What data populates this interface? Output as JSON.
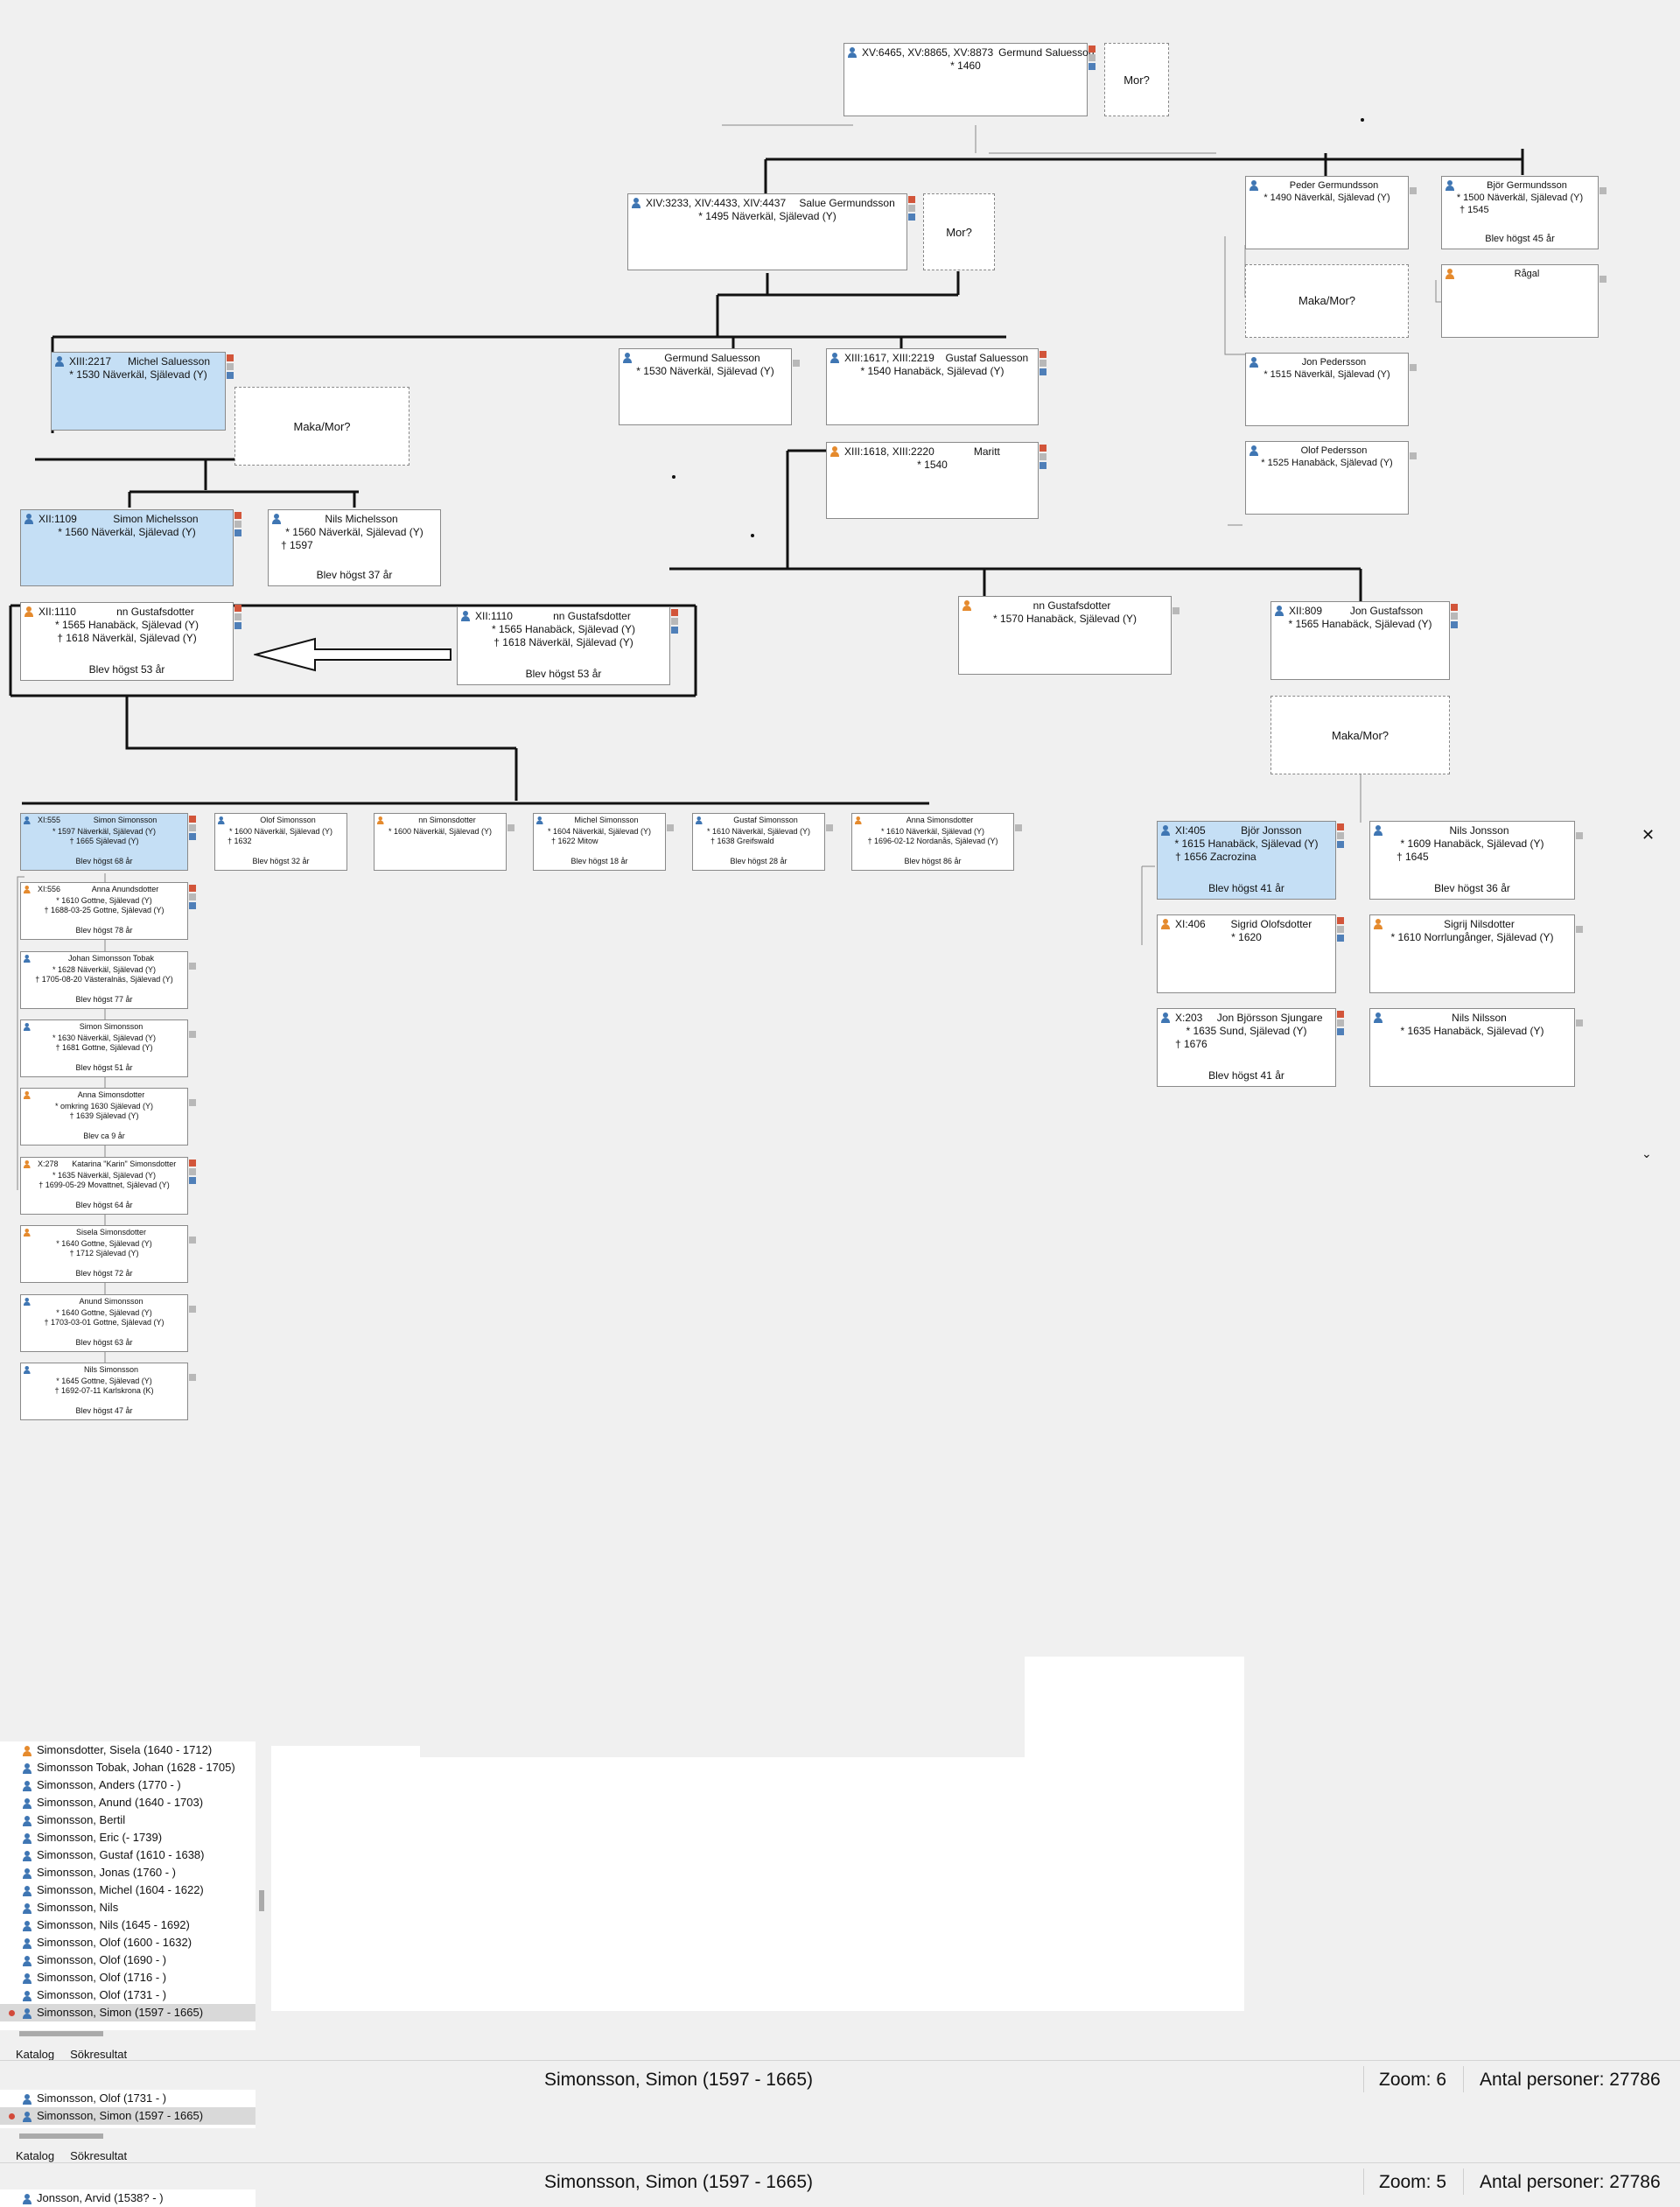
{
  "cards": {
    "germund1460": {
      "id": "XV:6465, XV:8865, XV:8873",
      "name": "Germund Saluesson",
      "line1": "* 1460"
    },
    "salue": {
      "id": "XIV:3233, XIV:4433, XIV:4437",
      "name": "Salue Germundsson",
      "line1": "* 1495 Näverkäl, Själevad (Y)"
    },
    "peder": {
      "name": "Peder Germundsson",
      "line1": "* 1490 Näverkäl, Själevad (Y)"
    },
    "bjor_g": {
      "name": "Björ Germundsson",
      "line1": "* 1500 Näverkäl, Själevad (Y)",
      "line2": "† 1545",
      "life": "Blev högst 45 år"
    },
    "ragal": {
      "name": "Rågal"
    },
    "jon_p": {
      "name": "Jon Pedersson",
      "line1": "* 1515 Näverkäl, Själevad (Y)"
    },
    "olof_p": {
      "name": "Olof Pedersson",
      "line1": "* 1525 Hanabäck, Själevad (Y)"
    },
    "michel": {
      "id": "XIII:2217",
      "name": "Michel Saluesson",
      "line1": "* 1530 Näverkäl, Själevad (Y)"
    },
    "germund1530": {
      "name": "Germund Saluesson",
      "line1": "* 1530 Näverkäl, Själevad (Y)"
    },
    "gustaf": {
      "id": "XIII:1617, XIII:2219",
      "name": "Gustaf Saluesson",
      "line1": "* 1540 Hanabäck, Själevad (Y)"
    },
    "maritt": {
      "id": "XIII:1618, XIII:2220",
      "name": "Maritt",
      "line1": "* 1540"
    },
    "simon_m": {
      "id": "XII:1109",
      "name": "Simon Michelsson",
      "line1": "* 1560 Näverkäl, Själevad (Y)"
    },
    "nils_m": {
      "name": "Nils Michelsson",
      "line1": "* 1560 Näverkäl, Själevad (Y)",
      "line2": "† 1597",
      "life": "Blev högst 37 år"
    },
    "nn_g1": {
      "id": "XII:1110",
      "name": "nn Gustafsdotter",
      "line1": "* 1565 Hanabäck, Själevad (Y)",
      "line2": "† 1618 Näverkäl, Själevad (Y)",
      "life": "Blev högst 53 år"
    },
    "nn_g2": {
      "id": "XII:1110",
      "name": "nn Gustafsdotter",
      "line1": "* 1565 Hanabäck, Själevad (Y)",
      "line2": "† 1618 Näverkäl, Själevad (Y)",
      "life": "Blev högst 53 år"
    },
    "nn_g3": {
      "name": "nn Gustafsdotter",
      "line1": "* 1570 Hanabäck, Själevad (Y)"
    },
    "jon_g": {
      "id": "XII:809",
      "name": "Jon Gustafsson",
      "line1": "* 1565 Hanabäck, Själevad (Y)"
    },
    "simon_s": {
      "id": "XI:555",
      "name": "Simon Simonsson",
      "line1": "* 1597 Näverkäl, Själevad (Y)",
      "line2": "† 1665 Själevad (Y)",
      "life": "Blev högst 68 år"
    },
    "olof_s": {
      "name": "Olof Simonsson",
      "line1": "* 1600 Näverkäl, Själevad (Y)",
      "line2": "† 1632",
      "life": "Blev högst 32 år"
    },
    "nn_s": {
      "name": "nn Simonsdotter",
      "line1": "* 1600 Näverkäl, Själevad (Y)"
    },
    "michel_s": {
      "name": "Michel Simonsson",
      "line1": "* 1604 Näverkäl, Själevad (Y)",
      "line2": "† 1622 Mitow",
      "life": "Blev högst 18 år"
    },
    "gustaf_s": {
      "name": "Gustaf Simonsson",
      "line1": "* 1610 Näverkäl, Själevad (Y)",
      "line2": "† 1638 Greifswald",
      "life": "Blev högst 28 år"
    },
    "anna_s1": {
      "name": "Anna Simonsdotter",
      "line1": "* 1610 Näverkäl, Själevad (Y)",
      "line2": "† 1696-02-12 Nordanås, Själevad (Y)",
      "life": "Blev högst 86 år"
    },
    "anna_a": {
      "id": "XI:556",
      "name": "Anna Anundsdotter",
      "line1": "* 1610 Gottne, Själevad (Y)",
      "line2": "† 1688-03-25 Gottne, Själevad (Y)",
      "life": "Blev högst 78 år"
    },
    "johan": {
      "name": "Johan Simonsson Tobak",
      "line1": "* 1628 Näverkäl, Själevad (Y)",
      "line2": "† 1705-08-20 Västeralnäs, Själevad (Y)",
      "life": "Blev högst 77 år"
    },
    "simon_ss": {
      "name": "Simon Simonsson",
      "line1": "* 1630 Näverkäl, Själevad (Y)",
      "line2": "† 1681 Gottne, Själevad (Y)",
      "life": "Blev högst 51 år"
    },
    "anna_s2": {
      "name": "Anna Simonsdotter",
      "line1": "* omkring 1630 Själevad (Y)",
      "line2": "† 1639 Själevad (Y)",
      "life": "Blev ca 9 år"
    },
    "katarina": {
      "id": "X:278",
      "name": "Katarina \"Karin\" Simonsdotter",
      "line1": "* 1635 Näverkäl, Själevad (Y)",
      "line2": "† 1699-05-29 Movattnet, Själevad (Y)",
      "life": "Blev högst 64 år"
    },
    "sisela": {
      "name": "Sisela Simonsdotter",
      "line1": "* 1640 Gottne, Själevad (Y)",
      "line2": "† 1712 Själevad (Y)",
      "life": "Blev högst 72 år"
    },
    "anund": {
      "name": "Anund Simonsson",
      "line1": "* 1640 Gottne, Själevad (Y)",
      "line2": "† 1703-03-01 Gottne, Själevad (Y)",
      "life": "Blev högst 63 år"
    },
    "nils_s": {
      "name": "Nils Simonsson",
      "line1": "* 1645 Gottne, Själevad (Y)",
      "line2": "† 1692-07-11 Karlskrona (K)",
      "life": "Blev högst 47 år"
    },
    "bjor_j": {
      "id": "XI:405",
      "name": "Björ Jonsson",
      "line1": "* 1615 Hanabäck, Själevad (Y)",
      "line2": "† 1656 Zacrozina",
      "life": "Blev högst 41 år"
    },
    "nils_j": {
      "name": "Nils Jonsson",
      "line1": "* 1609 Hanabäck, Själevad (Y)",
      "line2": "† 1645",
      "life": "Blev högst 36 år"
    },
    "sigrid": {
      "id": "XI:406",
      "name": "Sigrid Olofsdotter",
      "line1": "* 1620"
    },
    "sigrij": {
      "name": "Sigrij Nilsdotter",
      "line1": "* 1610 Norrlungånger, Själevad (Y)"
    },
    "jon_b": {
      "id": "X:203",
      "name": "Jon Björsson Sjungare",
      "line1": "* 1635 Sund, Själevad (Y)",
      "line2": "† 1676",
      "life": "Blev högst 41 år"
    },
    "nils_n": {
      "name": "Nils Nilsson",
      "line1": "* 1635 Hanabäck, Själevad (Y)"
    }
  },
  "placeholders": {
    "mor": "Mor?",
    "maka_mor": "Maka/Mor?"
  },
  "list1": {
    "items": [
      {
        "label": "Simonsdotter, Sisela (1640 - 1712)",
        "sex": "f"
      },
      {
        "label": "Simonsson Tobak, Johan (1628 - 1705)",
        "sex": "m"
      },
      {
        "label": "Simonsson, Anders (1770 - )",
        "sex": "m"
      },
      {
        "label": "Simonsson, Anund (1640 - 1703)",
        "sex": "m"
      },
      {
        "label": "Simonsson, Bertil",
        "sex": "m"
      },
      {
        "label": "Simonsson, Eric (- 1739)",
        "sex": "m"
      },
      {
        "label": "Simonsson, Gustaf (1610 - 1638)",
        "sex": "m"
      },
      {
        "label": "Simonsson, Jonas (1760 - )",
        "sex": "m"
      },
      {
        "label": "Simonsson, Michel (1604 - 1622)",
        "sex": "m"
      },
      {
        "label": "Simonsson, Nils",
        "sex": "m"
      },
      {
        "label": "Simonsson, Nils (1645 - 1692)",
        "sex": "m"
      },
      {
        "label": "Simonsson, Olof (1600 - 1632)",
        "sex": "m"
      },
      {
        "label": "Simonsson, Olof (1690 - )",
        "sex": "m"
      },
      {
        "label": "Simonsson, Olof (1716 - )",
        "sex": "m"
      },
      {
        "label": "Simonsson, Olof (1731 - )",
        "sex": "m"
      },
      {
        "label": "Simonsson, Simon (1597 - 1665)",
        "sex": "m",
        "selected": true
      }
    ]
  },
  "list2": {
    "items": [
      {
        "label": "Simonsson, Olof (1731 - )",
        "sex": "m"
      },
      {
        "label": "Simonsson, Simon (1597 - 1665)",
        "sex": "m",
        "selected": true
      }
    ]
  },
  "list3": {
    "items": [
      {
        "label": "Jonsson, Arvid (1538? - )",
        "sex": "m"
      }
    ]
  },
  "tabs": {
    "catalog": "Katalog",
    "results": "Sökresultat"
  },
  "status1": {
    "current": "Simonsson, Simon (1597 - 1665)",
    "zoom": "Zoom: 6",
    "count": "Antal personer: 27786"
  },
  "status2": {
    "current": "Simonsson, Simon (1597 - 1665)",
    "zoom": "Zoom: 5",
    "count": "Antal personer: 27786"
  },
  "icons": {
    "close": "close-icon",
    "chevron": "chevron-down-icon"
  },
  "colors": {
    "selected": "#c5dff5",
    "male": "#3f76b3",
    "female": "#e58a2d"
  }
}
